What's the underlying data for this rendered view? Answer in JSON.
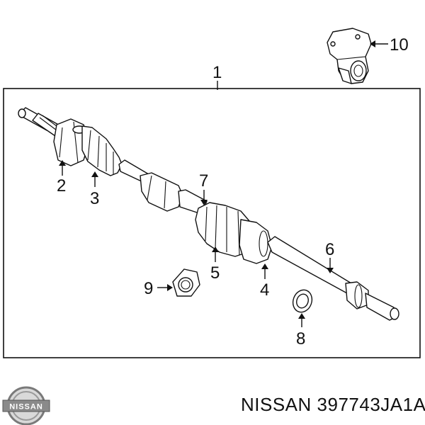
{
  "diagram": {
    "callouts": {
      "assembly": "1",
      "outer_joint": "2",
      "outer_boot": "3",
      "inner_boot_band": "4",
      "inner_boot": "5",
      "shaft": "6",
      "boot_band": "7",
      "circlip_small": "8",
      "dust_seal": "9",
      "support_bracket": "10"
    }
  },
  "footer": {
    "brand": "NISSAN",
    "part_number": "NISSAN 397743JA1A"
  },
  "colors": {
    "line": "#111111",
    "background": "#ffffff"
  }
}
